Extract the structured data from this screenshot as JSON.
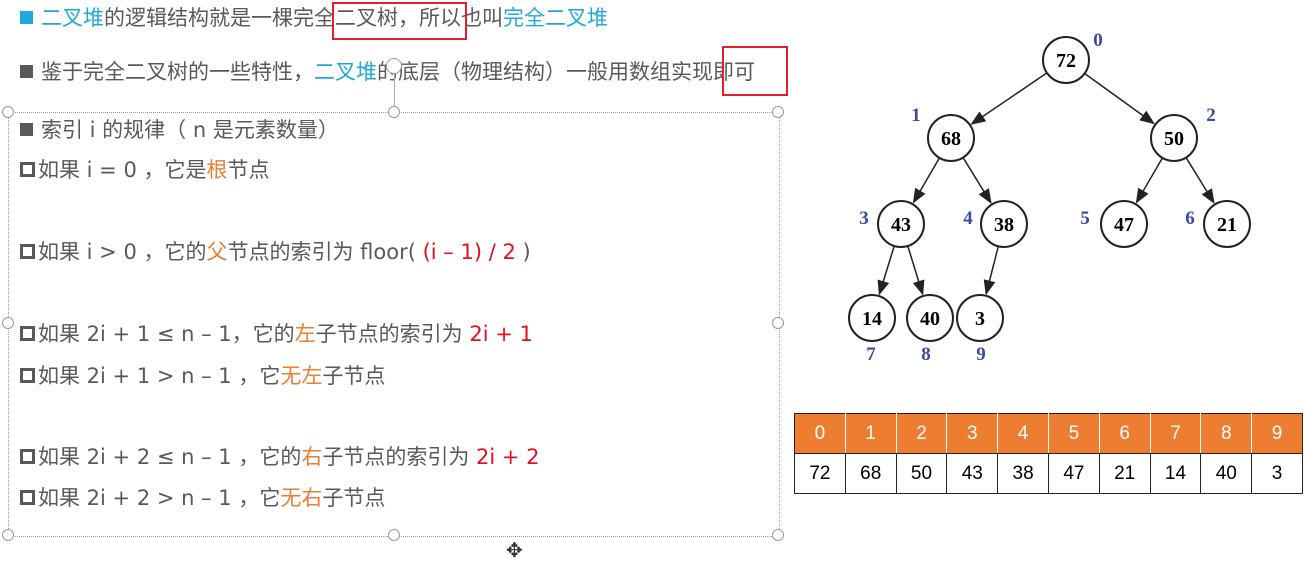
{
  "colors": {
    "text": "#595959",
    "blue": "#1fa8dc",
    "orange": "#ed7d31",
    "red": "#e0101e",
    "index_label": "#3a4aa0"
  },
  "lines": [
    {
      "bullet": "square-blue",
      "segments": [
        {
          "t": "二叉堆",
          "c": "blue"
        },
        {
          "t": "的逻辑结构就是一棵",
          "c": "text"
        },
        {
          "t": "完全二叉树",
          "c": "text"
        },
        {
          "t": "，所以也叫",
          "c": "text"
        },
        {
          "t": "完全二叉堆",
          "c": "blue"
        }
      ]
    },
    {
      "bullet": "square-gray",
      "segments": [
        {
          "t": "鉴于完全二叉树的一些特性，",
          "c": "text"
        },
        {
          "t": "二叉堆",
          "c": "blue"
        },
        {
          "t": "的底层（物理结构）一般用",
          "c": "text"
        },
        {
          "t": "数组",
          "c": "text"
        },
        {
          "t": "实现即可",
          "c": "text"
        }
      ]
    },
    {
      "bullet": "square-gray",
      "segments": [
        {
          "t": "索引 i 的规律（ n 是元素数量）",
          "c": "text"
        }
      ]
    },
    {
      "bullet": "box",
      "segments": [
        {
          "t": "如果 i = 0 ，它是",
          "c": "text"
        },
        {
          "t": "根",
          "c": "orange"
        },
        {
          "t": "节点",
          "c": "text"
        }
      ]
    },
    {
      "bullet": "box",
      "segments": [
        {
          "t": "如果 i > 0 ，它的",
          "c": "text"
        },
        {
          "t": "父",
          "c": "orange"
        },
        {
          "t": "节点的索引为 floor( ",
          "c": "text"
        },
        {
          "t": "(i – 1) / 2",
          "c": "red"
        },
        {
          "t": " )",
          "c": "text"
        }
      ]
    },
    {
      "bullet": "box",
      "segments": [
        {
          "t": "如果 2i + 1 ≤ n – 1，它的",
          "c": "text"
        },
        {
          "t": "左",
          "c": "orange"
        },
        {
          "t": "子节点的索引为 ",
          "c": "text"
        },
        {
          "t": "2i + 1",
          "c": "red"
        }
      ]
    },
    {
      "bullet": "box",
      "segments": [
        {
          "t": "如果 2i + 1 > n – 1 ，它",
          "c": "text"
        },
        {
          "t": "无左",
          "c": "orange"
        },
        {
          "t": "子节点",
          "c": "text"
        }
      ]
    },
    {
      "bullet": "box",
      "segments": [
        {
          "t": "如果 2i + 2 ≤ n – 1 ，它的",
          "c": "text"
        },
        {
          "t": "右",
          "c": "orange"
        },
        {
          "t": "子节点的索引为 ",
          "c": "text"
        },
        {
          "t": "2i + 2",
          "c": "red"
        }
      ]
    },
    {
      "bullet": "box",
      "segments": [
        {
          "t": "如果 2i + 2 > n – 1 ，它",
          "c": "text"
        },
        {
          "t": "无右",
          "c": "orange"
        },
        {
          "t": "子节点",
          "c": "text"
        }
      ]
    }
  ],
  "tree": {
    "values": [
      72,
      68,
      50,
      43,
      38,
      47,
      21,
      14,
      40,
      3
    ],
    "indices": [
      "0",
      "1",
      "2",
      "3",
      "4",
      "5",
      "6",
      "7",
      "8",
      "9"
    ]
  },
  "array_table": {
    "indices": [
      "0",
      "1",
      "2",
      "3",
      "4",
      "5",
      "6",
      "7",
      "8",
      "9"
    ],
    "values": [
      "72",
      "68",
      "50",
      "43",
      "38",
      "47",
      "21",
      "14",
      "40",
      "3"
    ]
  }
}
